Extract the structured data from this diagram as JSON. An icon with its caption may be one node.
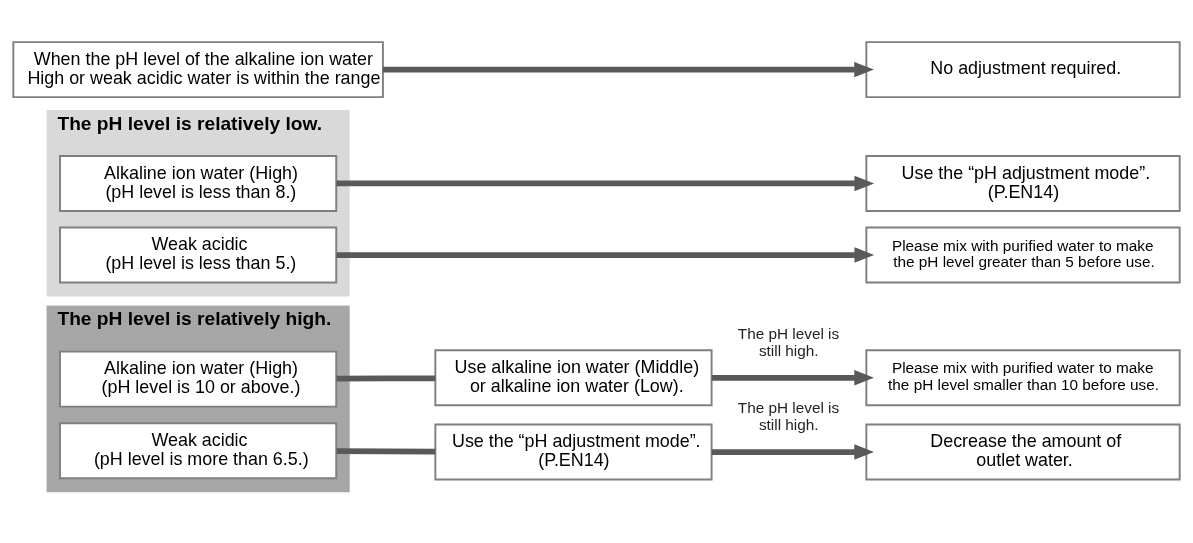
{
  "diagram": {
    "nodes": [
      {
        "text": [
          "When the pH level of the alkaline ion water High or weak acidic water is within the range"
        ]
      },
      {
        "text": [
          "No adjustment required."
        ]
      },
      {
        "text": [
          "The pH level is relatively low."
        ]
      },
      {
        "text": [
          "Alkaline ion water (High) (pH level is less than 8.)"
        ],
        "in": 2
      },
      {
        "text": [
          "Weak acidic (pH level is less than 5.)"
        ],
        "in": 2
      },
      {
        "text": [
          "Use the “pH adjustment mode”. (P.EN14)"
        ]
      },
      {
        "text": [
          "Please mix with purified water to make the pH level greater than 5 before use."
        ]
      },
      {
        "text": [
          "The pH level is relatively high."
        ]
      },
      {
        "text": [
          "Alkaline ion water (High) (pH level is 10 or above.)"
        ],
        "in": 7
      },
      {
        "text": [
          "Weak acidic (pH level is more than 6.5.)"
        ],
        "in": 7
      },
      {
        "text": [
          "Use alkaline ion water (Middle) or alkaline ion water (Low)."
        ]
      },
      {
        "text": [
          "Please mix with purified water to make the pH level smaller than 10 before use."
        ]
      },
      {
        "text": [
          "Use the “pH adjustment mode”. (P.EN14)"
        ]
      },
      {
        "text": [
          "Decrease the amount of outlet water."
        ]
      }
    ],
    "edges": [
      {
        "from": 0,
        "to": 1,
        "arrow": "to"
      },
      {
        "from": 3,
        "to": 5,
        "arrow": "to"
      },
      {
        "from": 4,
        "to": 6,
        "arrow": "to"
      },
      {
        "from": 8,
        "to": 10,
        "arrow": "none"
      },
      {
        "from": 10,
        "to": 11,
        "arrow": "to",
        "label": "The pH level is still high."
      },
      {
        "from": 9,
        "to": 12,
        "arrow": "none"
      },
      {
        "from": 12,
        "to": 13,
        "arrow": "to",
        "label": "The pH level is still high."
      }
    ]
  }
}
